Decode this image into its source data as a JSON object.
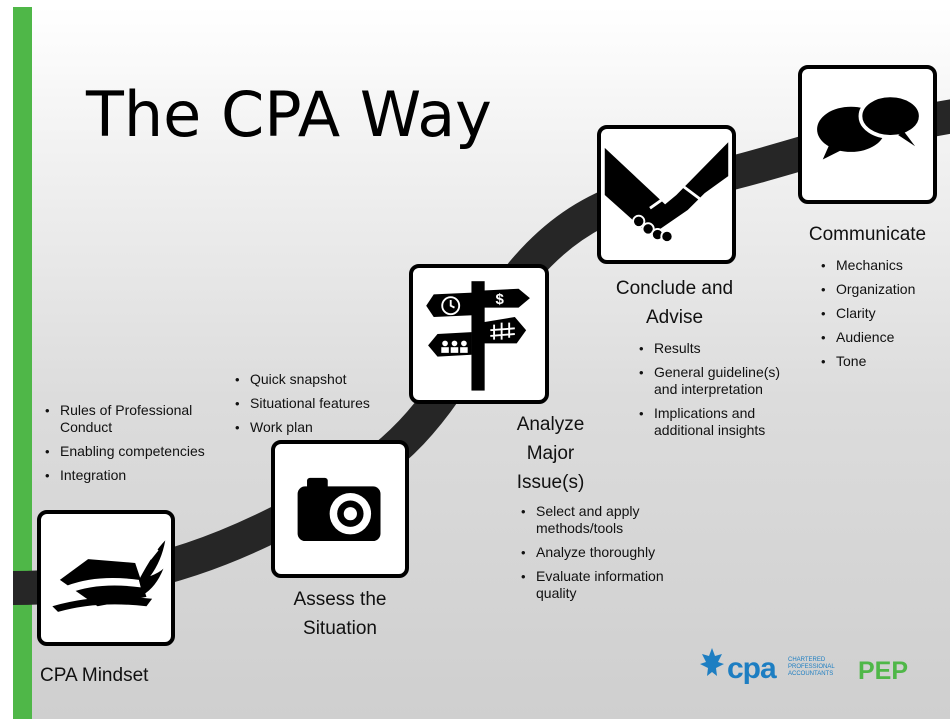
{
  "title": "The CPA Way",
  "colors": {
    "accent_green": "#4fb748",
    "cpa_blue": "#1d7ec2",
    "path": "#262626"
  },
  "stages": [
    {
      "label": "CPA Mindset",
      "icon": "feather-hat-icon",
      "bullets": [
        "Rules of Professional Conduct",
        "Enabling competencies",
        "Integration"
      ]
    },
    {
      "label": "Assess the Situation",
      "icon": "camera-icon",
      "bullets": [
        "Quick snapshot",
        "Situational features",
        "Work plan"
      ]
    },
    {
      "label": "Analyze Major Issue(s)",
      "icon": "signpost-icon",
      "bullets": [
        "Select and apply methods/tools",
        "Analyze thoroughly",
        "Evaluate information quality"
      ]
    },
    {
      "label": "Conclude and Advise",
      "icon": "handshake-icon",
      "bullets": [
        "Results",
        "General guideline(s) and interpretation",
        "Implications and additional insights"
      ]
    },
    {
      "label": "Communicate",
      "icon": "speech-bubbles-icon",
      "bullets": [
        "Mechanics",
        "Organization",
        "Clarity",
        "Audience",
        "Tone"
      ]
    }
  ],
  "logo": {
    "cpa": "cpa",
    "sub": "CHARTERED PROFESSIONAL ACCOUNTANTS",
    "pep": "PEP"
  }
}
